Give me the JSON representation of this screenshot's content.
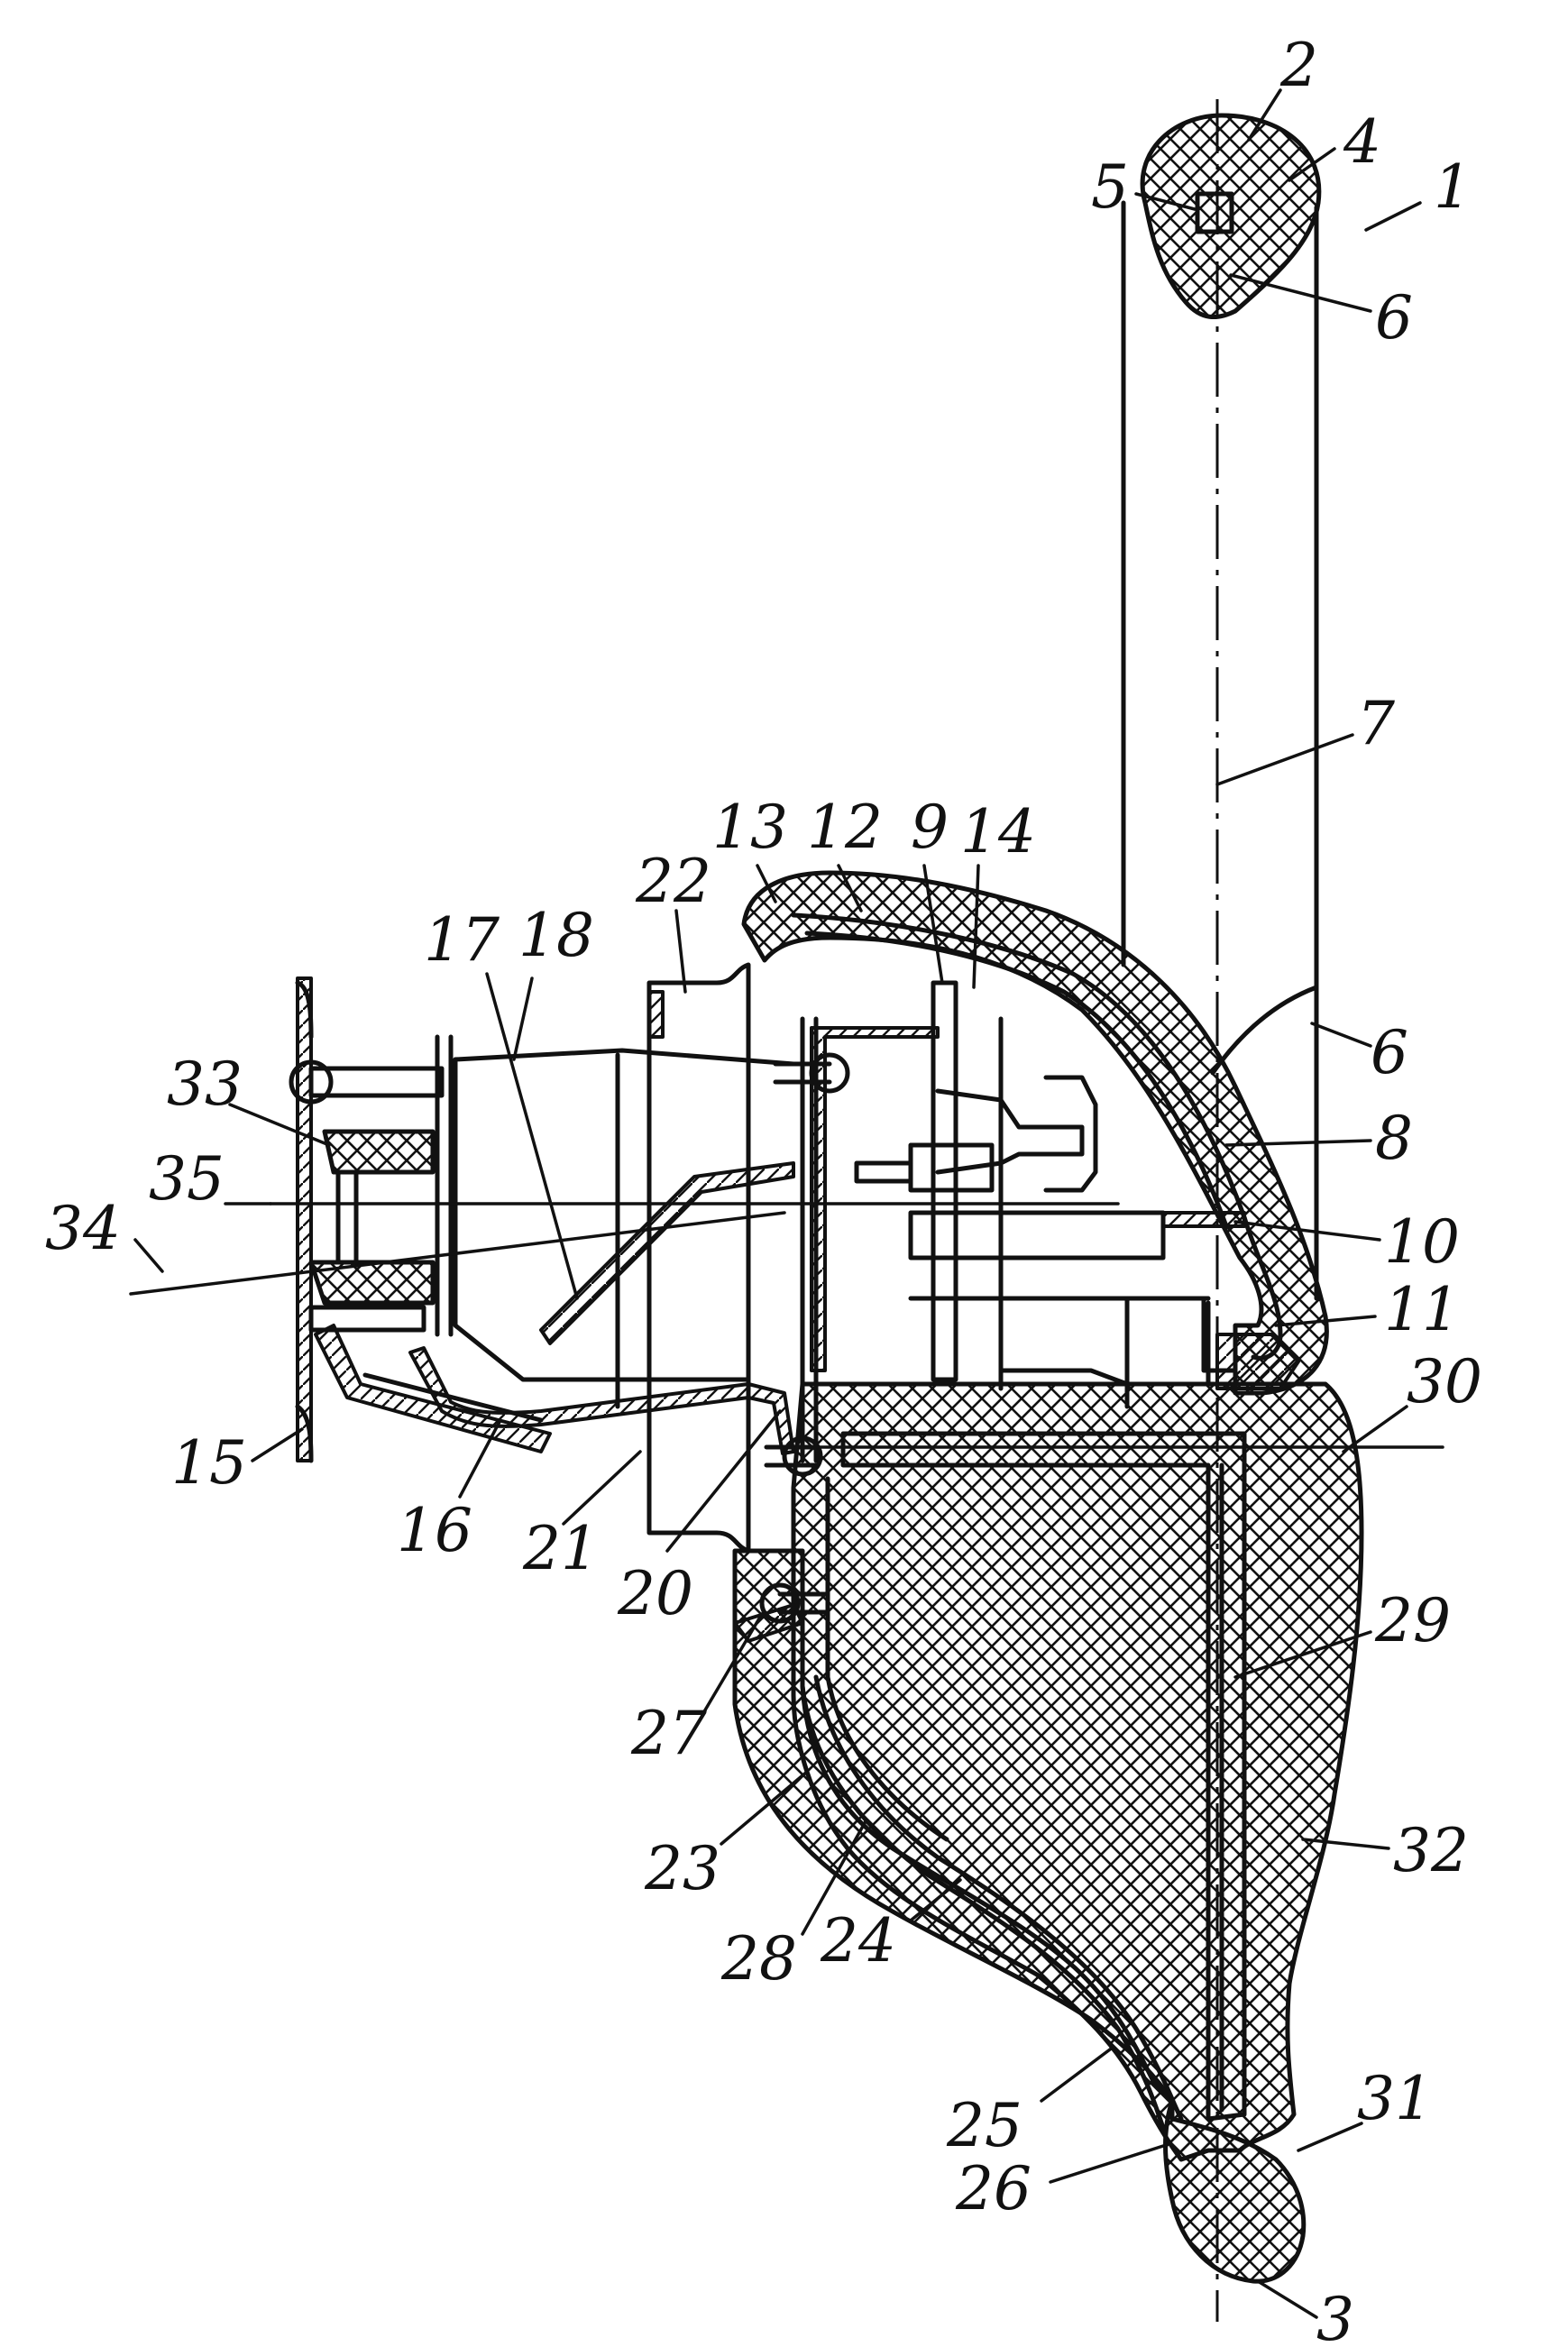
{
  "figure": {
    "labels": [
      {
        "id": "1",
        "text": "1"
      },
      {
        "id": "2",
        "text": "2"
      },
      {
        "id": "3",
        "text": "3"
      },
      {
        "id": "4",
        "text": "4"
      },
      {
        "id": "5",
        "text": "5"
      },
      {
        "id": "6a",
        "text": "6"
      },
      {
        "id": "6b",
        "text": "6"
      },
      {
        "id": "7",
        "text": "7"
      },
      {
        "id": "8",
        "text": "8"
      },
      {
        "id": "9",
        "text": "9"
      },
      {
        "id": "10",
        "text": "10"
      },
      {
        "id": "11",
        "text": "11"
      },
      {
        "id": "12",
        "text": "12"
      },
      {
        "id": "13",
        "text": "13"
      },
      {
        "id": "14",
        "text": "14"
      },
      {
        "id": "15",
        "text": "15"
      },
      {
        "id": "16",
        "text": "16"
      },
      {
        "id": "17",
        "text": "17"
      },
      {
        "id": "18",
        "text": "18"
      },
      {
        "id": "20",
        "text": "20"
      },
      {
        "id": "21",
        "text": "21"
      },
      {
        "id": "22",
        "text": "22"
      },
      {
        "id": "23",
        "text": "23"
      },
      {
        "id": "24",
        "text": "24"
      },
      {
        "id": "25",
        "text": "25"
      },
      {
        "id": "26",
        "text": "26"
      },
      {
        "id": "27",
        "text": "27"
      },
      {
        "id": "28",
        "text": "28"
      },
      {
        "id": "29",
        "text": "29"
      },
      {
        "id": "30",
        "text": "30"
      },
      {
        "id": "31",
        "text": "31"
      },
      {
        "id": "32",
        "text": "32"
      },
      {
        "id": "33",
        "text": "33"
      },
      {
        "id": "34",
        "text": "34"
      },
      {
        "id": "35",
        "text": "35"
      }
    ]
  }
}
